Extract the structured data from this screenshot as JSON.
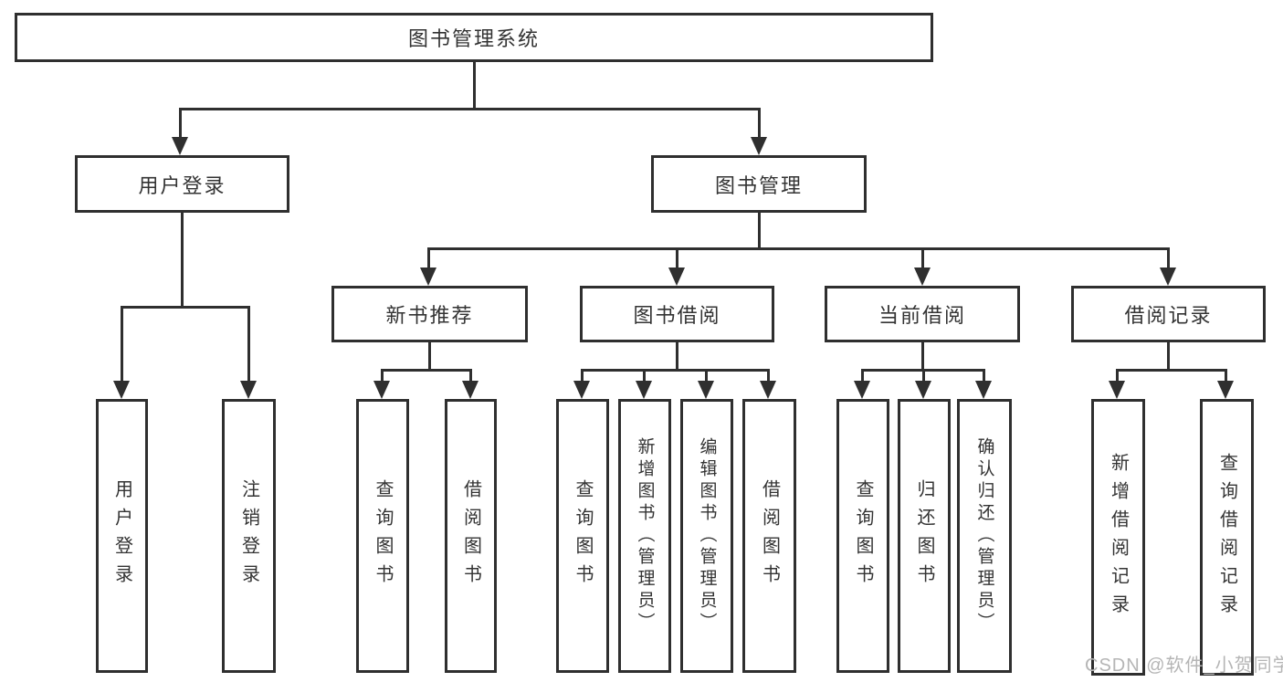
{
  "diagram_title": "图书管理系统",
  "nodes": {
    "root": {
      "label": "图书管理系统"
    },
    "level1": [
      {
        "label": "用户登录"
      },
      {
        "label": "图书管理"
      }
    ],
    "level2": [
      {
        "label": "新书推荐"
      },
      {
        "label": "图书借阅"
      },
      {
        "label": "当前借阅"
      },
      {
        "label": "借阅记录"
      }
    ],
    "leaf_groups": [
      {
        "parent": "用户登录",
        "items": [
          {
            "label": "用户登录"
          },
          {
            "label": "注销登录"
          }
        ]
      },
      {
        "parent": "新书推荐",
        "items": [
          {
            "label": "查询图书"
          },
          {
            "label": "借阅图书"
          }
        ]
      },
      {
        "parent": "图书借阅",
        "items": [
          {
            "label": "查询图书"
          },
          {
            "label": "新增图书（管理员）"
          },
          {
            "label": "编辑图书（管理员）"
          },
          {
            "label": "借阅图书"
          }
        ]
      },
      {
        "parent": "当前借阅",
        "items": [
          {
            "label": "查询图书"
          },
          {
            "label": "归还图书"
          },
          {
            "label": "确认归还（管理员）"
          }
        ]
      },
      {
        "parent": "借阅记录",
        "items": [
          {
            "label": "新增借阅记录"
          },
          {
            "label": "查询借阅记录"
          }
        ]
      }
    ]
  },
  "watermark": {
    "text": "CSDN @软件_小贺同学"
  },
  "colors": {
    "line": "#2f2f2f",
    "text": "#333333",
    "background": "#ffffff",
    "watermark": "#b5b5b5"
  }
}
